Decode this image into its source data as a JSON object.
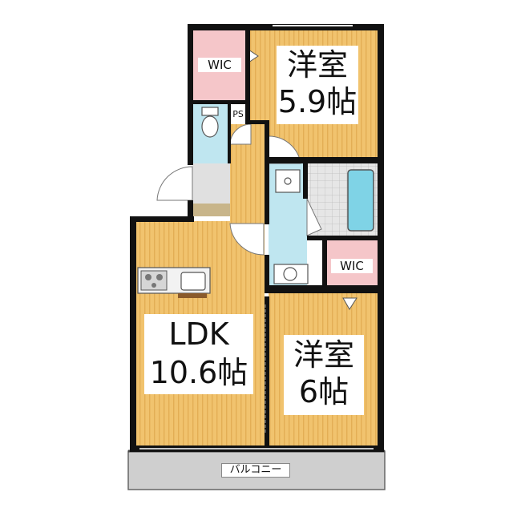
{
  "floor_plan": {
    "rooms": {
      "western_room_north": {
        "name": "洋室",
        "size": "5.9帖"
      },
      "western_room_south": {
        "name": "洋室",
        "size": "6帖"
      },
      "ldk": {
        "name": "LDK",
        "size": "10.6帖"
      }
    },
    "closets": {
      "wic_north": "WIC",
      "wic_south": "WIC",
      "ps": "PS"
    },
    "balcony": "バルコニー"
  },
  "colors": {
    "wall": "#111111",
    "wood_floor": "#f1c36e",
    "wood_stripe": "#e3ae55",
    "wet_area": "#bfe6f0",
    "closet": "#f5c6c9",
    "tile": "#d9d9d9",
    "balcony": "#cfcfcf",
    "bathtub": "#7fd3e6"
  }
}
